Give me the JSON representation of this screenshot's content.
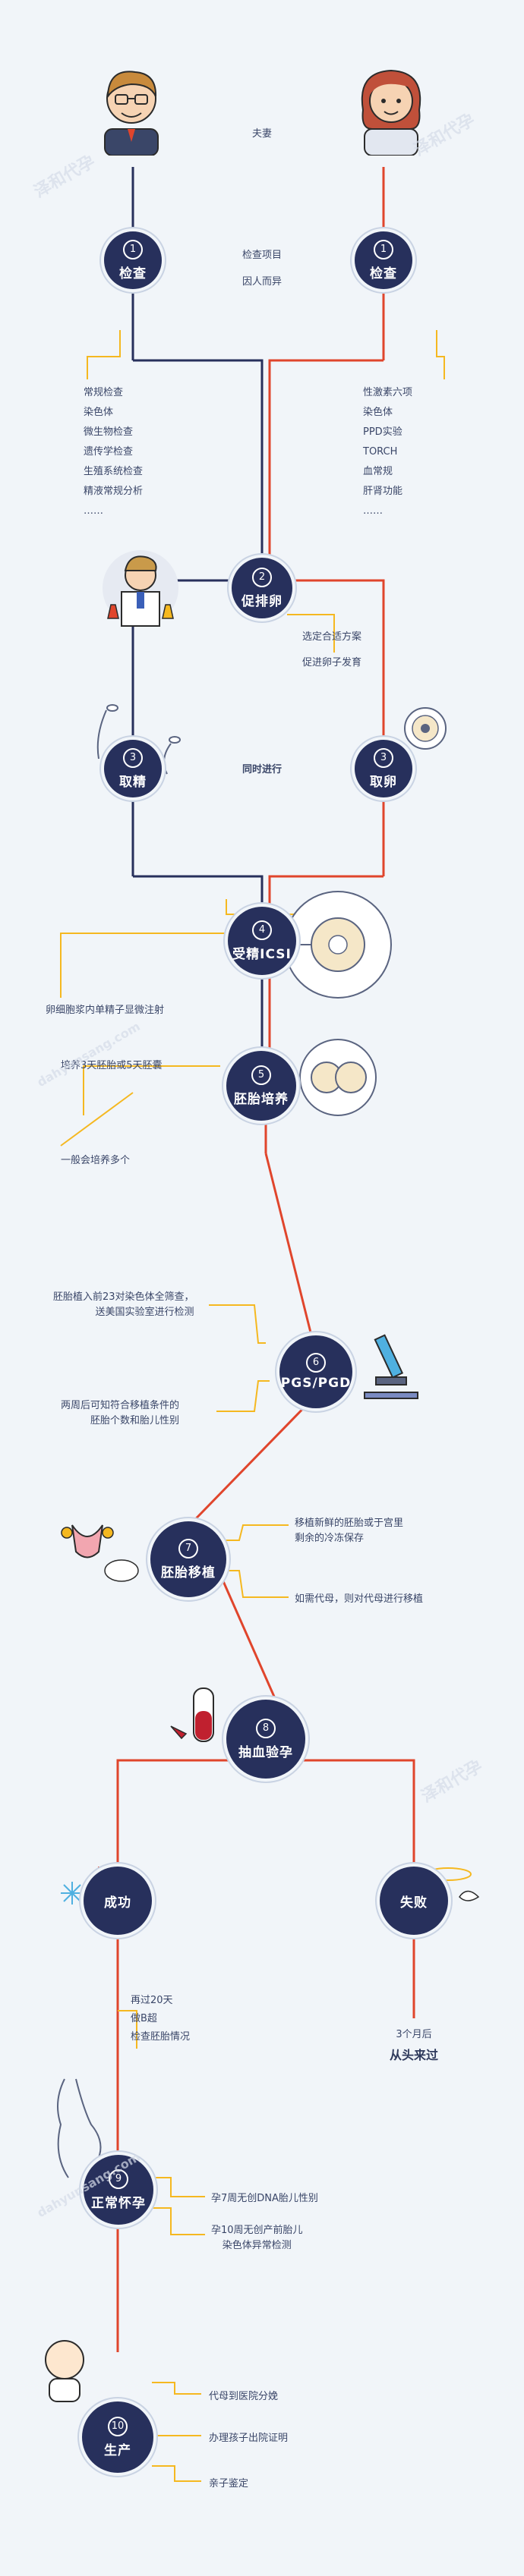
{
  "top": {
    "couple": "夫妻"
  },
  "step1": {
    "num": "1",
    "title": "检查",
    "center": [
      "检查项目",
      "因人而异"
    ],
    "male_items": [
      "常规检查",
      "染色体",
      "微生物检查",
      "遗传学检查",
      "生殖系统检查",
      "精液常规分析",
      "……"
    ],
    "female_items": [
      "性激素六项",
      "染色体",
      "PPD实验",
      "TORCH",
      "血常规",
      "肝肾功能",
      "……"
    ]
  },
  "step2": {
    "num": "2",
    "title": "促排卵",
    "notes": [
      "选定合适方案",
      "促进卵子发育"
    ]
  },
  "step3": {
    "num_left": "3",
    "title_left": "取精",
    "num_right": "3",
    "title_right": "取卵",
    "center": "同时进行"
  },
  "step4": {
    "num": "4",
    "title": "受精ICSI",
    "note": "卵细胞浆内单精子显微注射"
  },
  "step5": {
    "num": "5",
    "title": "胚胎培养",
    "notes": [
      "培养3天胚胎或5天胚囊",
      "一般会培养多个"
    ]
  },
  "step6": {
    "num": "6",
    "title": "PGS/PGD",
    "notes": [
      "胚胎植入前23对染色体全筛查，\n送美国实验室进行检测",
      "两周后可知符合移植条件的\n胚胎个数和胎儿性别"
    ]
  },
  "step7": {
    "num": "7",
    "title": "胚胎移植",
    "notes": [
      "移植新鲜的胚胎或于宫里\n剩余的冷冻保存",
      "如需代母，则对代母进行移植"
    ]
  },
  "step8": {
    "num": "8",
    "title": "抽血验孕"
  },
  "success": {
    "title": "成功",
    "notes": [
      "再过20天",
      "做B超",
      "检查胚胎情况"
    ]
  },
  "fail": {
    "title": "失败",
    "note": "3个月后",
    "big": "从头来过"
  },
  "step9": {
    "num": "9",
    "title": "正常怀孕",
    "notes": [
      "孕7周无创DNA胎儿性别",
      "孕10周无创产前胎儿\n染色体异常检测"
    ]
  },
  "step10": {
    "num": "10",
    "title": "生产",
    "notes": [
      "代母到医院分娩",
      "办理孩子出院证明",
      "亲子鉴定"
    ]
  },
  "watermark": [
    "泽和代孕",
    "dahyunsang.com"
  ],
  "colors": {
    "male": "#27305c",
    "female": "#e0452c",
    "accent": "#f5b820",
    "bg": "#f1f5f9"
  }
}
